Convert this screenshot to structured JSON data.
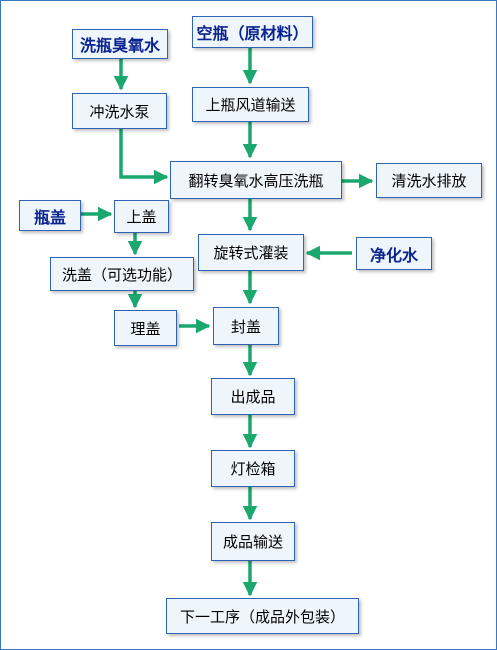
{
  "diagram": {
    "nodes": {
      "ozone_water": "洗瓶臭氧水",
      "empty_bottle": "空瓶（原材料）",
      "rinse_pump": "冲洗水泵",
      "air_conveyor": "上瓶风道输送",
      "flip_wash": "翻转臭氧水高压洗瓶",
      "drain": "清洗水排放",
      "cap_material": "瓶盖",
      "load_cap": "上盖",
      "rotary_fill": "旋转式灌装",
      "purified_water": "净化水",
      "wash_cap": "洗盖（可选功能）",
      "sort_cap": "理盖",
      "seal_cap": "封盖",
      "finished_out": "出成品",
      "lamp_check": "灯检箱",
      "finished_convey": "成品输送",
      "next_step": "下一工序（成品外包装）"
    },
    "colors": {
      "arrow": "#1aa86e",
      "node_border": "#2f63b3",
      "node_fill": "#eef6fc",
      "input_text": "#0a2391",
      "frame": "#3a78c2"
    }
  }
}
